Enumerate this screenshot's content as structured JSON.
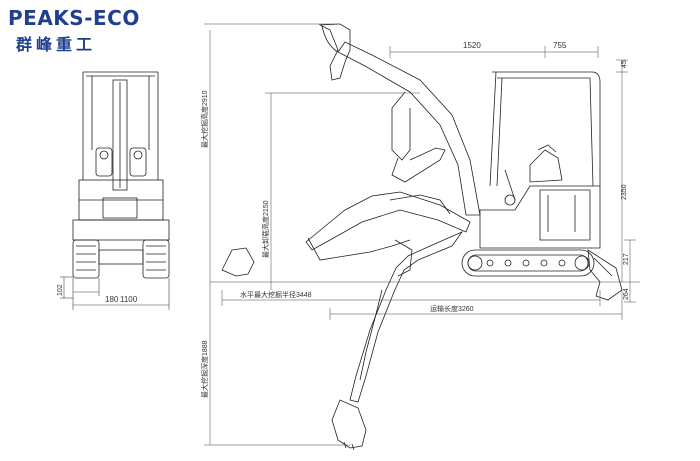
{
  "brand": {
    "name_en": "PEAKS-ECO",
    "name_cn": "群峰重工",
    "color": "#1f3f8f"
  },
  "front_view": {
    "width_label": "1100",
    "track_label": "180",
    "clearance_label": "102"
  },
  "side_view": {
    "cab_offset_label": "1520",
    "cab_width_label": "755",
    "top_offset_label": "45",
    "overall_height_label": "2350",
    "blade_height_label": "217",
    "blade_depth_label": "264",
    "max_dig_height_label": "最大挖掘高度2910",
    "max_dump_height_label": "最大卸载高度2150",
    "max_dig_depth_label": "最大挖掘深度1888",
    "max_reach_label": "水平最大挖掘半径3448",
    "transport_length_label": "运输长度3260"
  },
  "colors": {
    "line": "#222222",
    "dim": "#444444"
  }
}
